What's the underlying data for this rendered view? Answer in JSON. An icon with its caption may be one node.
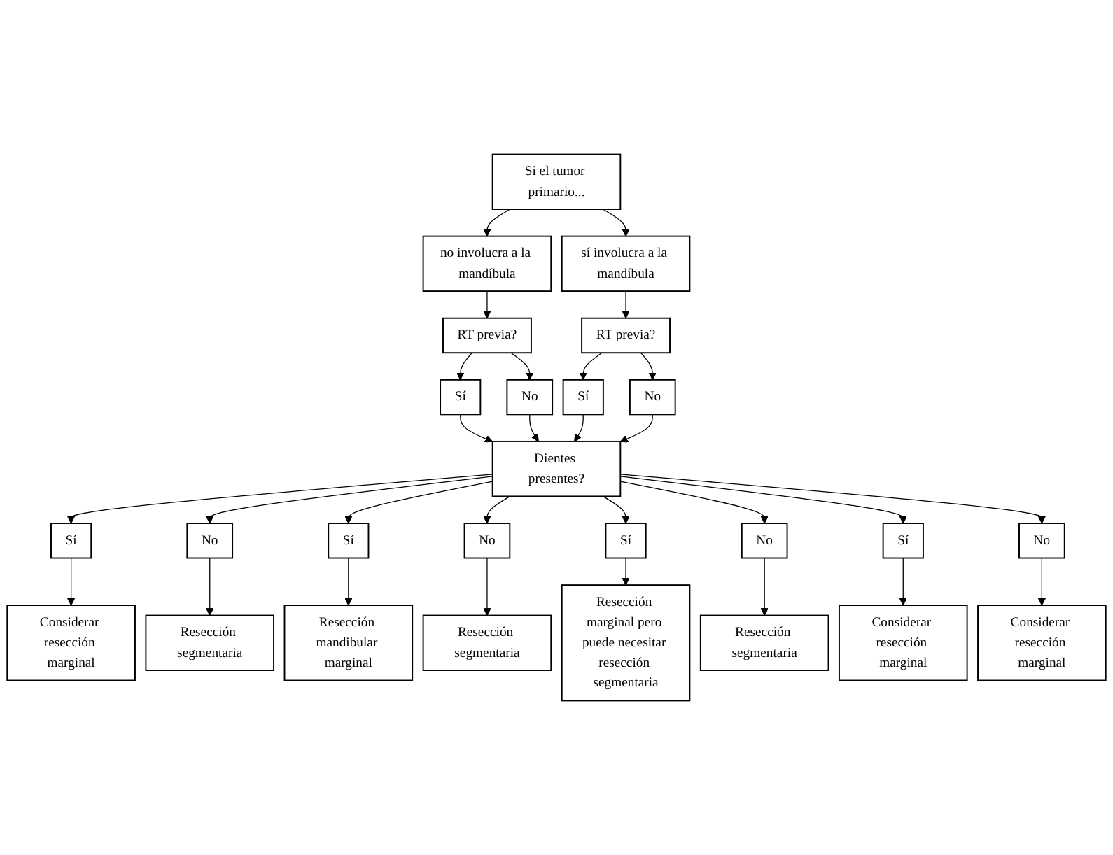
{
  "diagram": {
    "nodes": [
      {
        "text": [
          "Si el tumor primario..."
        ]
      },
      {
        "text": [
          "no involucra a la mandíbula"
        ]
      },
      {
        "text": [
          "sí involucra a la mandíbula"
        ]
      },
      {
        "text": [
          "RT previa?"
        ]
      },
      {
        "text": [
          "RT previa?"
        ]
      },
      {
        "text": [
          "Sí"
        ]
      },
      {
        "text": [
          "No"
        ]
      },
      {
        "text": [
          "Sí"
        ]
      },
      {
        "text": [
          "No"
        ]
      },
      {
        "text": [
          "Dientes presentes?"
        ]
      },
      {
        "text": [
          "Sí"
        ]
      },
      {
        "text": [
          "No"
        ]
      },
      {
        "text": [
          "Sí"
        ]
      },
      {
        "text": [
          "No"
        ]
      },
      {
        "text": [
          "Sí"
        ]
      },
      {
        "text": [
          "No"
        ]
      },
      {
        "text": [
          "Sí"
        ]
      },
      {
        "text": [
          "No"
        ]
      },
      {
        "text": [
          "Considerar resección marginal"
        ]
      },
      {
        "text": [
          "Resección segmentaria"
        ]
      },
      {
        "text": [
          "Resección mandibular marginal"
        ]
      },
      {
        "text": [
          "Resección segmentaria"
        ]
      },
      {
        "text": [
          "Resección marginal pero puede necesitar resección segmentaria"
        ]
      },
      {
        "text": [
          "Resección segmentaria"
        ]
      },
      {
        "text": [
          "Considerar resección marginal"
        ]
      },
      {
        "text": [
          "Considerar resección marginal"
        ]
      }
    ],
    "edges": [
      {
        "from": 0,
        "to": 1,
        "arrow": "to"
      },
      {
        "from": 0,
        "to": 2,
        "arrow": "to"
      },
      {
        "from": 1,
        "to": 3,
        "arrow": "to"
      },
      {
        "from": 2,
        "to": 4,
        "arrow": "to"
      },
      {
        "from": 3,
        "to": 5,
        "arrow": "to"
      },
      {
        "from": 3,
        "to": 6,
        "arrow": "to"
      },
      {
        "from": 4,
        "to": 7,
        "arrow": "to"
      },
      {
        "from": 4,
        "to": 8,
        "arrow": "to"
      },
      {
        "from": 5,
        "to": 9,
        "arrow": "to"
      },
      {
        "from": 6,
        "to": 9,
        "arrow": "to"
      },
      {
        "from": 7,
        "to": 9,
        "arrow": "to"
      },
      {
        "from": 8,
        "to": 9,
        "arrow": "to"
      },
      {
        "from": 9,
        "to": 10,
        "arrow": "to"
      },
      {
        "from": 9,
        "to": 11,
        "arrow": "to"
      },
      {
        "from": 9,
        "to": 12,
        "arrow": "to"
      },
      {
        "from": 9,
        "to": 13,
        "arrow": "to"
      },
      {
        "from": 9,
        "to": 14,
        "arrow": "to"
      },
      {
        "from": 9,
        "to": 15,
        "arrow": "to"
      },
      {
        "from": 9,
        "to": 16,
        "arrow": "to"
      },
      {
        "from": 9,
        "to": 17,
        "arrow": "to"
      },
      {
        "from": 10,
        "to": 18,
        "arrow": "to"
      },
      {
        "from": 11,
        "to": 19,
        "arrow": "to"
      },
      {
        "from": 12,
        "to": 20,
        "arrow": "to"
      },
      {
        "from": 13,
        "to": 21,
        "arrow": "to"
      },
      {
        "from": 14,
        "to": 22,
        "arrow": "to"
      },
      {
        "from": 15,
        "to": 23,
        "arrow": "to"
      },
      {
        "from": 16,
        "to": 24,
        "arrow": "to"
      },
      {
        "from": 17,
        "to": 25,
        "arrow": "to"
      }
    ]
  }
}
